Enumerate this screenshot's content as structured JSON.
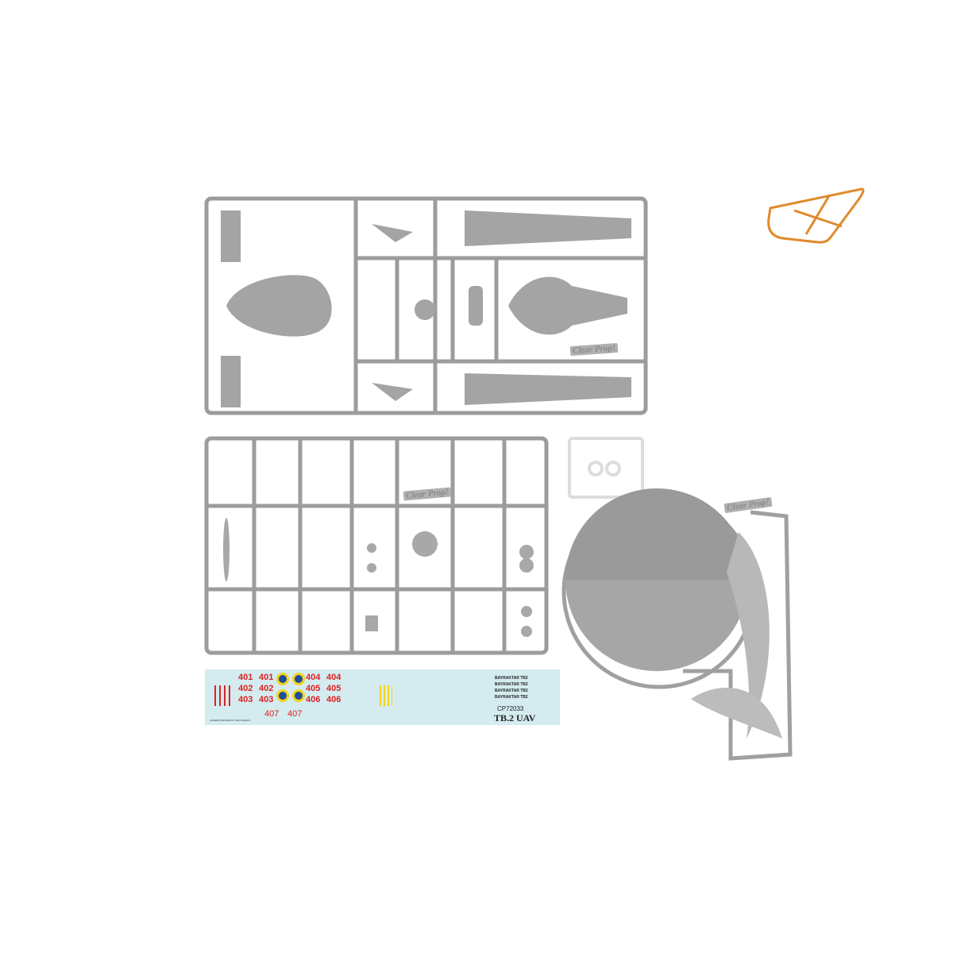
{
  "brand": {
    "logo_text": "Clear Prop!",
    "color": "#e08a2c"
  },
  "sprue_marks": [
    "Clear Prop!",
    "Clear Prop!",
    "Clear Prop!"
  ],
  "decal_sheet": {
    "code": "CP72033",
    "title": "TB.2 UAV",
    "tail_numbers": [
      "401",
      "401",
      "402",
      "402",
      "403",
      "403",
      "404",
      "404",
      "405",
      "405",
      "406",
      "406",
      "407",
      "407"
    ],
    "bayraktar_labels": [
      "BAYRAKTAR TB2",
      "BAYRAKTAR TB2",
      "BAYRAKTAR TB2",
      "BAYRAKTAR TB2"
    ],
    "printer_note": "SCREEN PRINTED BY DECOGRAPH",
    "colors": {
      "sheet": "#d4ecf0",
      "numbers": "#d22222",
      "roundel_yellow": "#f2d21e",
      "roundel_blue": "#1f4d9a"
    }
  }
}
